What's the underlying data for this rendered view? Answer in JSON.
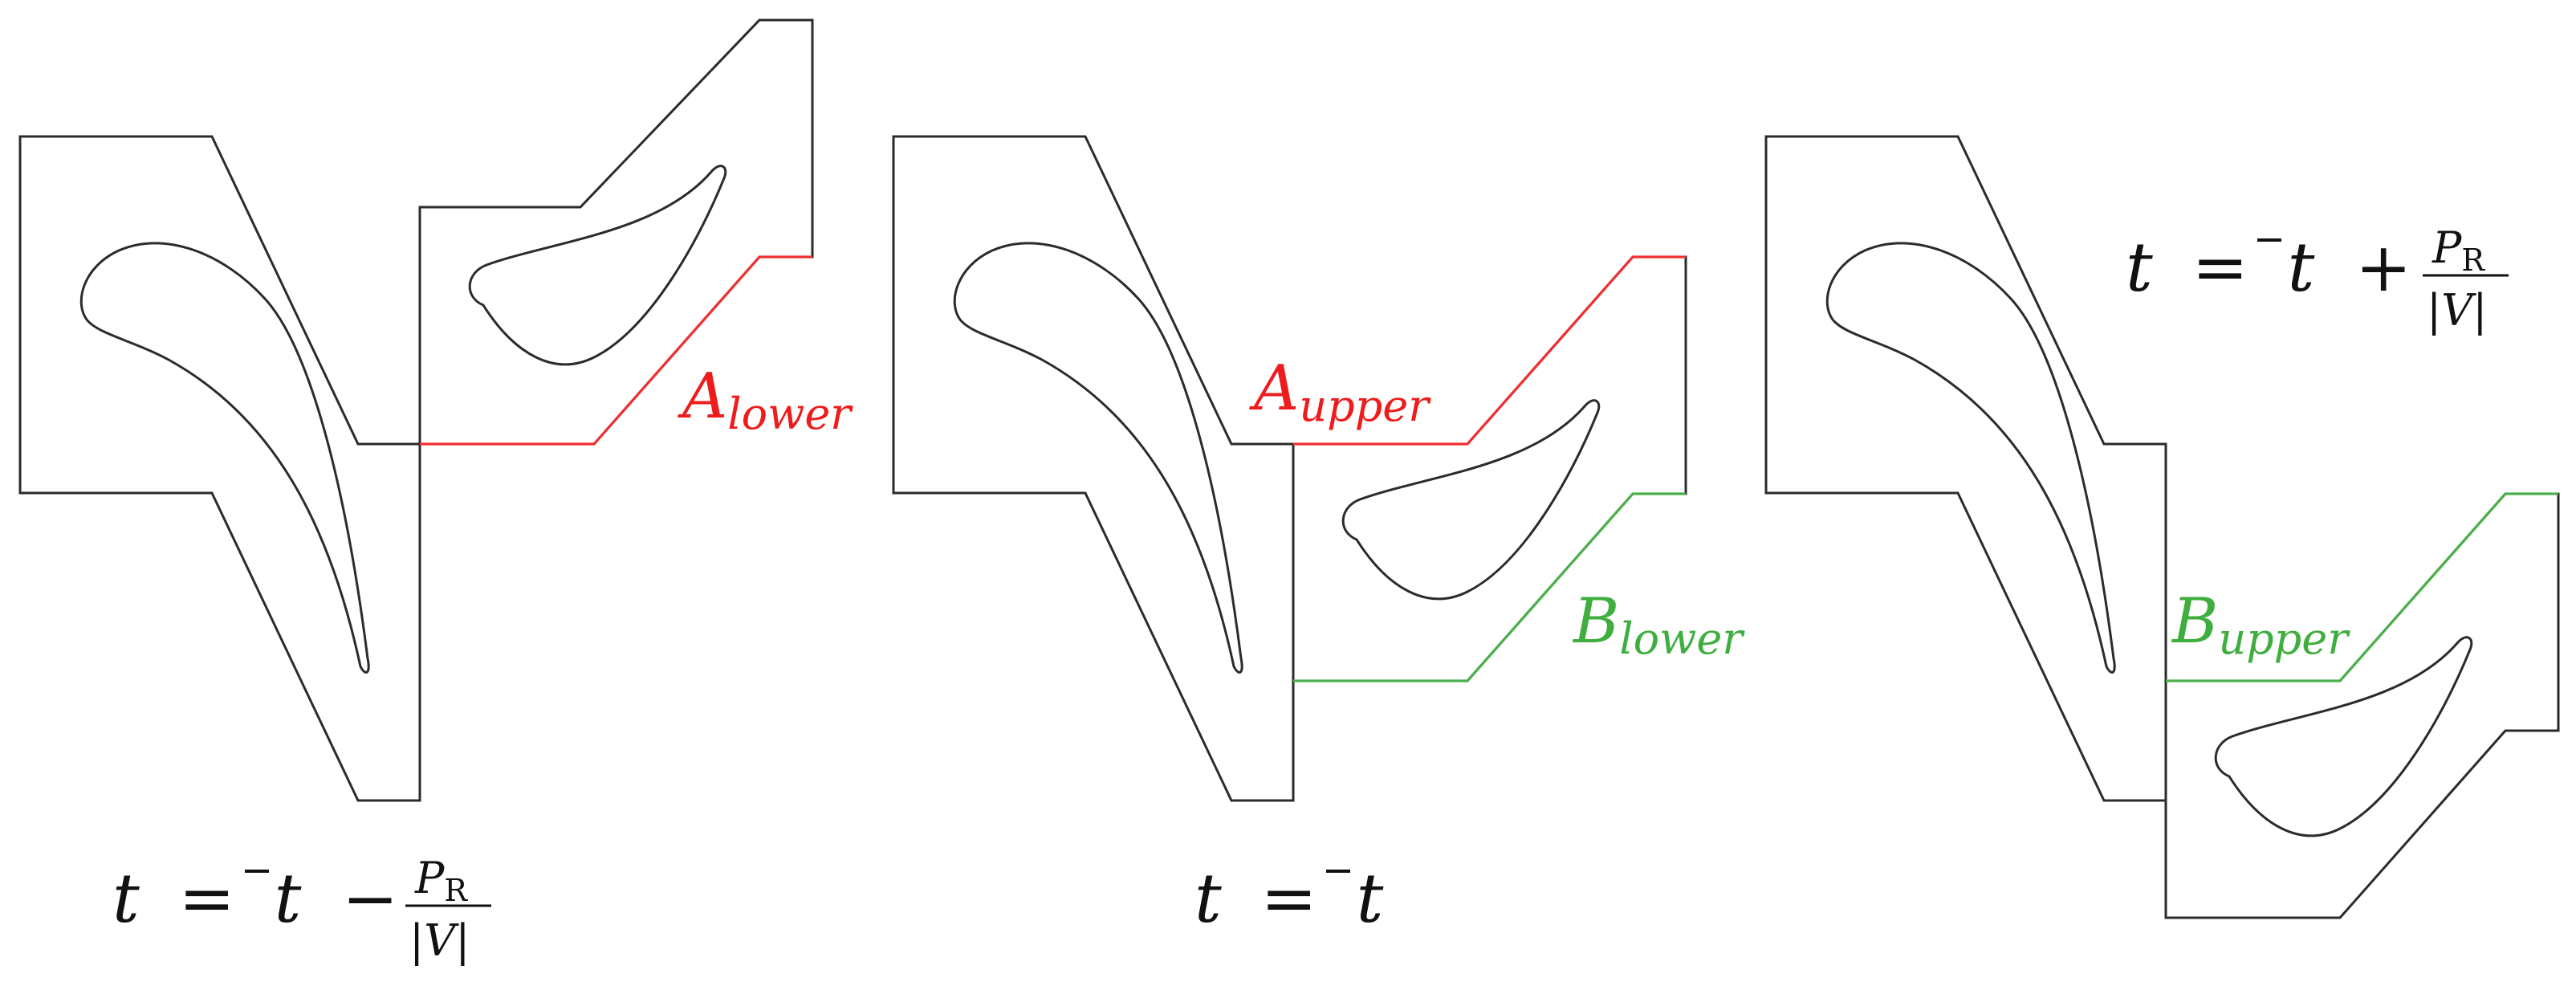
{
  "equations": {
    "left": {
      "lhs": "t",
      "eq": "=",
      "tbar": "t",
      "op": "−",
      "num": "P",
      "num_sub": "R",
      "den": "|V|"
    },
    "middle": {
      "lhs": "t",
      "eq": "=",
      "tbar": "t"
    },
    "right": {
      "lhs": "t",
      "eq": "=",
      "tbar": "t",
      "op": "+",
      "num": "P",
      "num_sub": "R",
      "den": "|V|"
    }
  },
  "labels": {
    "a_lower": {
      "main": "A",
      "sub": "lower"
    },
    "a_upper": {
      "main": "A",
      "sub": "upper"
    },
    "b_lower": {
      "main": "B",
      "sub": "lower"
    },
    "b_upper": {
      "main": "B",
      "sub": "upper"
    }
  },
  "colors": {
    "outline": "#2b2b2b",
    "interface_a": "#f03030",
    "interface_b": "#4bb04b",
    "label_a": "#ee1c1c",
    "label_b": "#3fae3f"
  }
}
